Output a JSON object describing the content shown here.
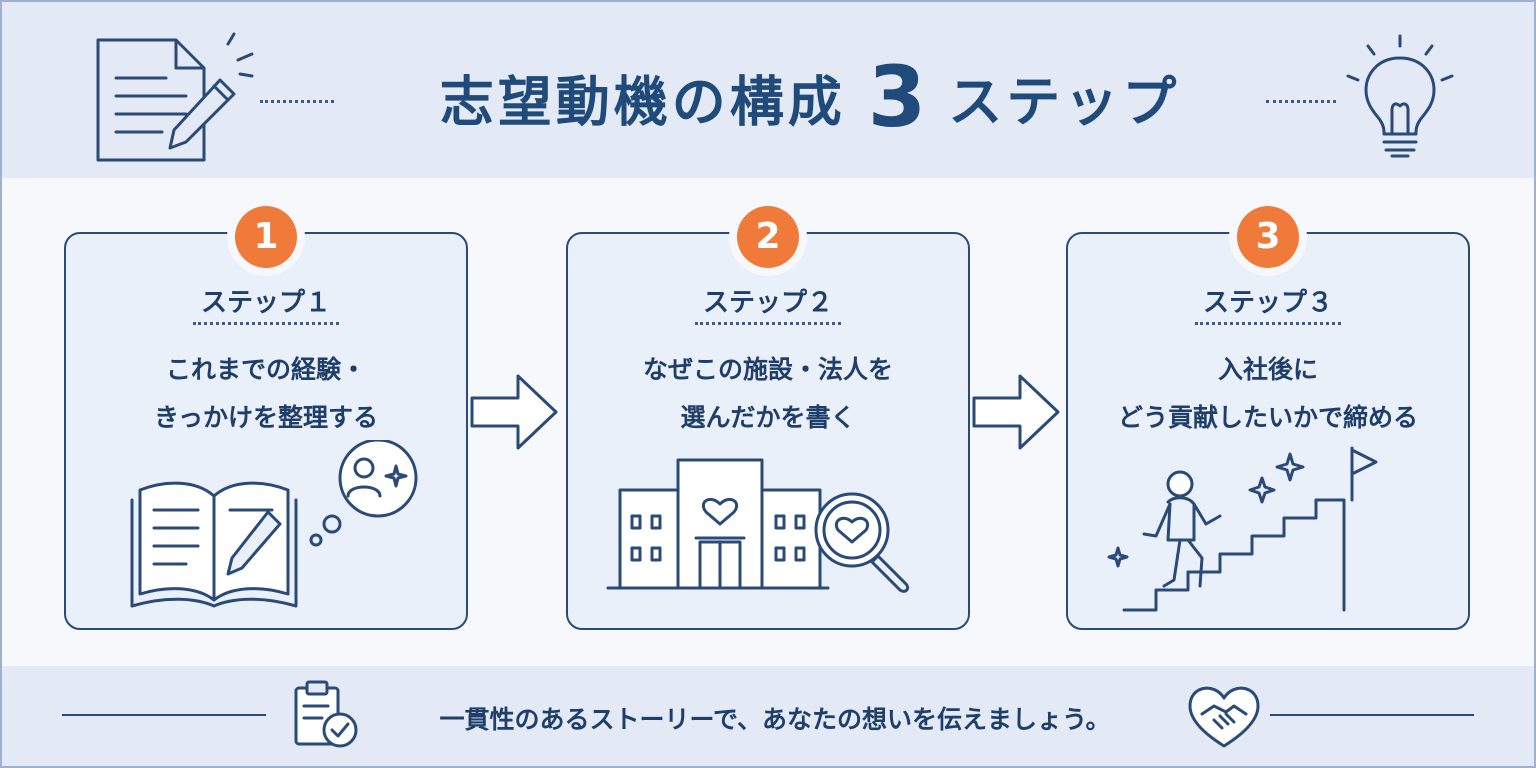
{
  "header": {
    "title_main": "志望動機の構成",
    "title_number": "3",
    "title_tail": "ステップ"
  },
  "steps": [
    {
      "number": "1",
      "label": "ステップ１",
      "lines": [
        "これまでの経験・",
        "きっかけを整理する"
      ]
    },
    {
      "number": "2",
      "label": "ステップ２",
      "lines": [
        "なぜこの施設・法人を",
        "選んだかを書く"
      ]
    },
    {
      "number": "3",
      "label": "ステップ３",
      "lines": [
        "入社後に",
        "どう貢献したいかで締める"
      ]
    }
  ],
  "footer": {
    "message": "一貫性のあるストーリーで、あなたの想いを伝えましょう。"
  },
  "colors": {
    "primary": "#1f4a7a",
    "accent": "#ef7a3a",
    "line": "#2a4a78",
    "band": "#e3eaf6",
    "card": "#eaf0fa"
  },
  "icons": {
    "header_left": "document-pencil-icon",
    "header_right": "lightbulb-icon",
    "step1": "open-book-pencil-icon",
    "step2": "building-heart-magnifier-icon",
    "step3": "person-climbing-stairs-flag-icon",
    "footer_left": "clipboard-check-icon",
    "footer_right": "heart-handshake-icon"
  }
}
